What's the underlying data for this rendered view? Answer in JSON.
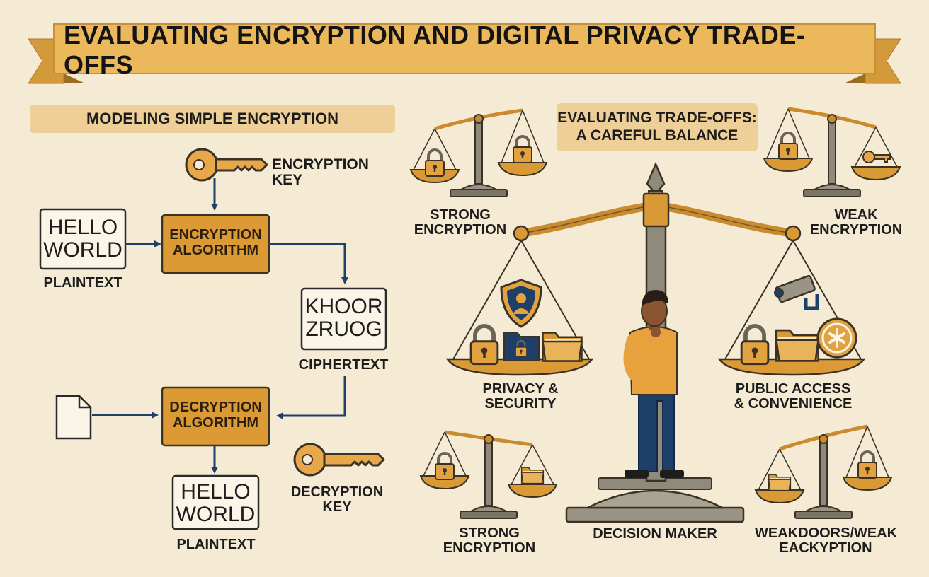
{
  "title": "EVALUATING ENCRYPTION AND DIGITAL PRIVACY TRADE-OFFS",
  "left_section": {
    "heading": "MODELING SIMPLE ENCRYPTION",
    "encryption_key": "ENCRYPTION KEY",
    "plaintext_top": {
      "line1": "HELLO",
      "line2": "WORLD",
      "caption": "PLAINTEXT"
    },
    "encryption_algorithm": {
      "line1": "ENCRYPTION",
      "line2": "ALGORITHM"
    },
    "ciphertext": {
      "line1": "KHOOR",
      "line2": "ZRUOG",
      "caption": "CIPHERTEXT"
    },
    "decryption_algorithm": {
      "line1": "DECRYPTION",
      "line2": "ALGORITHM"
    },
    "decryption_key": {
      "line1": "DECRYPTION",
      "line2": "KEY"
    },
    "plaintext_bottom": {
      "line1": "HELLO",
      "line2": "WORLD",
      "caption": "PLAINTEXT"
    }
  },
  "right_section": {
    "heading": {
      "line1": "EVALUATING TRADE-OFFS:",
      "line2": "A CAREFUL BALANCE"
    },
    "top_left_scale": {
      "line1": "STRONG",
      "line2": "ENCRYPTION"
    },
    "top_right_scale": {
      "line1": "WEAK",
      "line2": "ENCRYPTION"
    },
    "left_pan": {
      "line1": "PRIVACY &",
      "line2": "SECURITY"
    },
    "right_pan": {
      "line1": "PUBLIC ACCESS",
      "line2": "& CONVENIENCE"
    },
    "bottom_left_scale": {
      "line1": "STRONG",
      "line2": "ENCRYPTION"
    },
    "center_figure": "DECISION MAKER",
    "bottom_right_scale": {
      "line1": "WEAKDOORS/WEAK",
      "line2": "EACKYPTION"
    }
  },
  "colors": {
    "background": "#f5ead3",
    "banner": "#e8b55a",
    "accent_box": "#dc9a35",
    "navy": "#1f3f6b",
    "scale_brass": "#c98b2e",
    "stone": "#8f8a7c"
  },
  "icons": [
    "key-icon",
    "document-icon",
    "padlock-icon",
    "shield-user-icon",
    "folder-icon",
    "camera-icon",
    "asterisk-badge-icon"
  ]
}
